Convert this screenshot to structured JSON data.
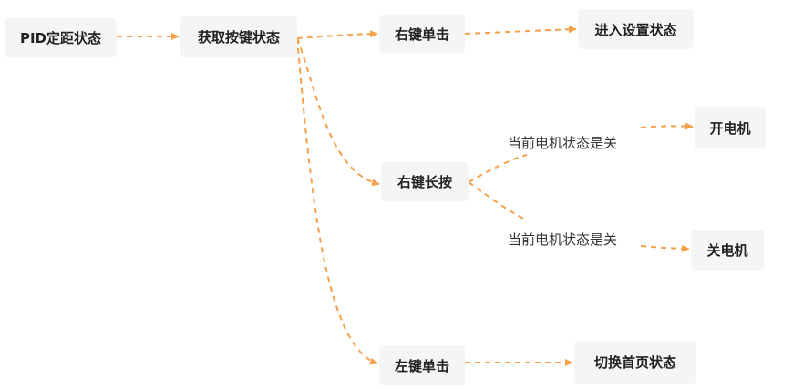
{
  "diagram": {
    "nodes": {
      "pid_state": "PID定距状态",
      "get_key_state": "获取按键状态",
      "right_click": "右键单击",
      "enter_setting": "进入设置状态",
      "right_long_press": "右键长按",
      "motor_on": "开电机",
      "motor_off": "关电机",
      "left_click": "左键单击",
      "switch_home": "切换首页状态"
    },
    "edge_labels": {
      "motor_off_to_on": "当前电机状态是关",
      "motor_on_to_off": "当前电机状态是关"
    },
    "colors": {
      "edge": "#f5a04b",
      "node_fill": "#f4f6f6",
      "text": "#222222"
    }
  }
}
